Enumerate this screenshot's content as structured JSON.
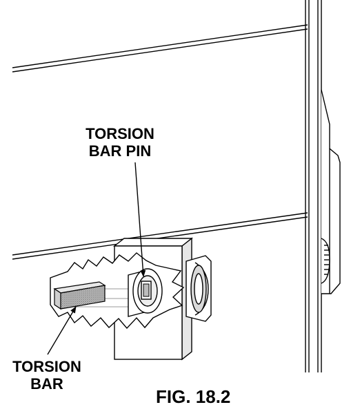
{
  "callouts": {
    "torsion_bar_pin": {
      "line1": "TORSION",
      "line2": "BAR PIN"
    },
    "torsion_bar": {
      "line1": "TORSION",
      "line2": "BAR"
    }
  },
  "caption": "FIG. 18.2",
  "colors": {
    "line": "#000000",
    "paper": "#ffffff",
    "hatch": "#9a9a9a",
    "shade": "#d9d9d9"
  }
}
